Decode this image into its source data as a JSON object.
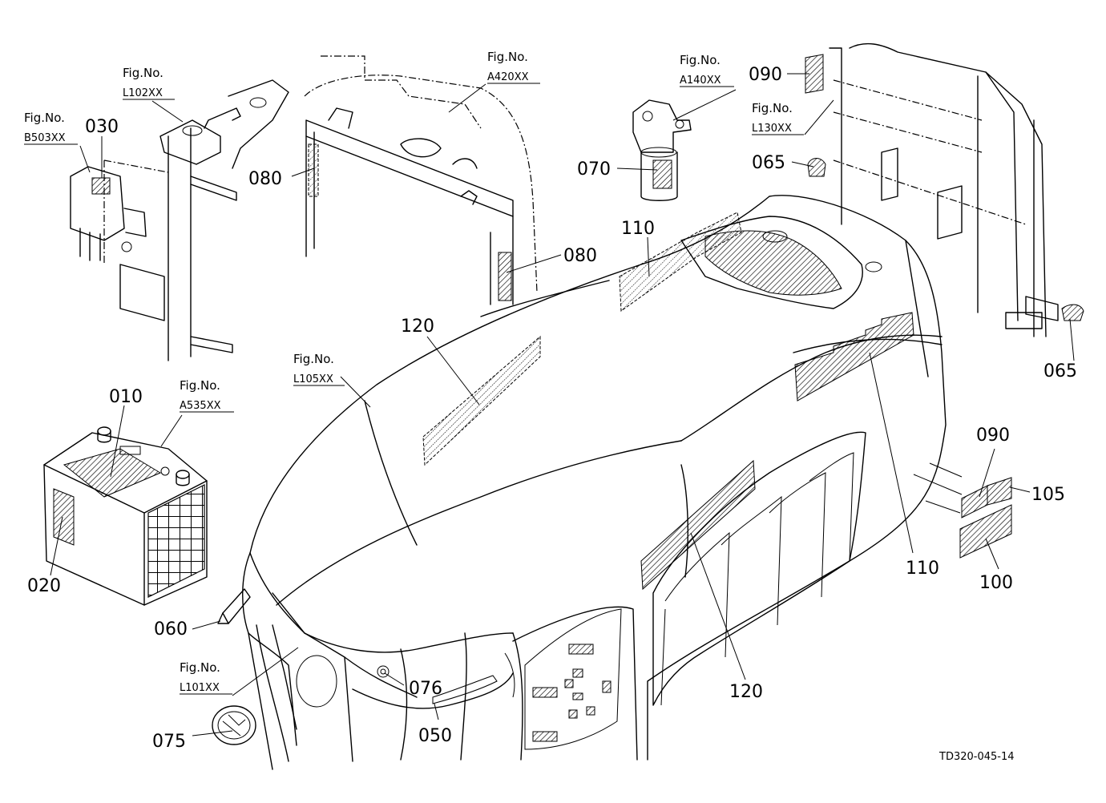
{
  "callouts": {
    "c010": "010",
    "c020": "020",
    "c030": "030",
    "c050": "050",
    "c060": "060",
    "c065a": "065",
    "c065b": "065",
    "c070": "070",
    "c075": "075",
    "c076": "076",
    "c080a": "080",
    "c080b": "080",
    "c090a": "090",
    "c090b": "090",
    "c100": "100",
    "c105": "105",
    "c110a": "110",
    "c110b": "110",
    "c120a": "120",
    "c120b": "120"
  },
  "figrefs": {
    "b503": {
      "label": "Fig.No.",
      "code": "B503XX"
    },
    "l102": {
      "label": "Fig.No.",
      "code": "L102XX"
    },
    "a420": {
      "label": "Fig.No.",
      "code": "A420XX"
    },
    "a140": {
      "label": "Fig.No.",
      "code": "A140XX"
    },
    "l130": {
      "label": "Fig.No.",
      "code": "L130XX"
    },
    "a535": {
      "label": "Fig.No.",
      "code": "A535XX"
    },
    "l105": {
      "label": "Fig.No.",
      "code": "L105XX"
    },
    "l101": {
      "label": "Fig.No.",
      "code": "L101XX"
    }
  },
  "diagram_id": "TD320-045-14"
}
